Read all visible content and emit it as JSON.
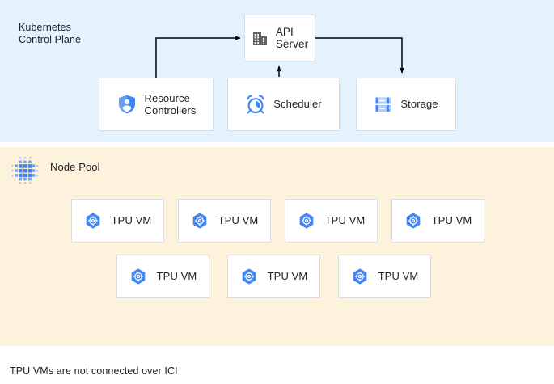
{
  "diagram": {
    "caption": "TPU VMs are not connected over ICI",
    "colors": {
      "control_plane_band": "#e3f2fd",
      "node_pool_band": "#fdf3dc",
      "card_background": "#ffffff",
      "card_border": "#dadce0",
      "accent_blue": "#4285f4",
      "icon_light_blue": "#8ab4f8",
      "icon_dark_gray": "#5f6368",
      "text": "#202124",
      "arrow": "#000000"
    }
  },
  "control_plane": {
    "title": "Kubernetes\nControl Plane",
    "nodes": [
      {
        "id": "api-server",
        "label": "API\nServer",
        "icon": "building-icon"
      },
      {
        "id": "resource-controllers",
        "label": "Resource\nControllers",
        "icon": "shield-person-icon"
      },
      {
        "id": "scheduler",
        "label": "Scheduler",
        "icon": "alarm-clock-icon"
      },
      {
        "id": "storage",
        "label": "Storage",
        "icon": "server-rack-icon"
      }
    ],
    "connections": [
      {
        "from": "resource-controllers",
        "to": "api-server",
        "style": "elbow-up-right"
      },
      {
        "from": "scheduler",
        "to": "api-server",
        "style": "straight-up"
      },
      {
        "from": "api-server",
        "to": "storage",
        "style": "elbow-right-down"
      }
    ]
  },
  "node_pool": {
    "title": "Node Pool",
    "icon": "dot-grid-icon",
    "rows": [
      {
        "id": "row-1",
        "vms": [
          {
            "id": "tpu-vm-1",
            "label": "TPU VM",
            "icon": "hexagon-gear-icon"
          },
          {
            "id": "tpu-vm-2",
            "label": "TPU VM",
            "icon": "hexagon-gear-icon"
          },
          {
            "id": "tpu-vm-3",
            "label": "TPU VM",
            "icon": "hexagon-gear-icon"
          },
          {
            "id": "tpu-vm-4",
            "label": "TPU VM",
            "icon": "hexagon-gear-icon"
          }
        ]
      },
      {
        "id": "row-2",
        "vms": [
          {
            "id": "tpu-vm-5",
            "label": "TPU VM",
            "icon": "hexagon-gear-icon"
          },
          {
            "id": "tpu-vm-6",
            "label": "TPU VM",
            "icon": "hexagon-gear-icon"
          },
          {
            "id": "tpu-vm-7",
            "label": "TPU VM",
            "icon": "hexagon-gear-icon"
          }
        ]
      }
    ]
  }
}
